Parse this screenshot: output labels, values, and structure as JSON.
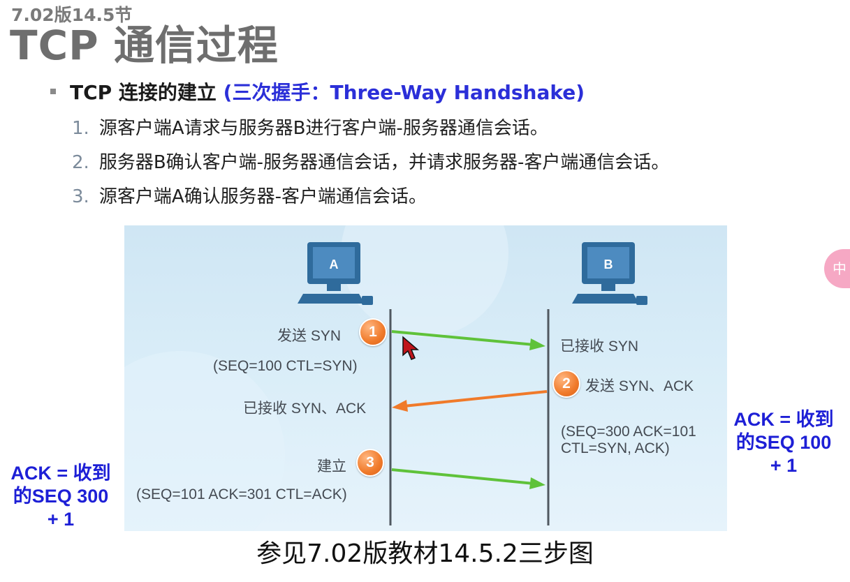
{
  "header": {
    "version": "7.02版14.5节",
    "title": "TCP 通信过程"
  },
  "bullet": {
    "main": "TCP 连接的建立",
    "sub": "(三次握手：Three-Way Handshake)"
  },
  "steps": [
    {
      "num": "1.",
      "text": "源客户端A请求与服务器B进行客户端-服务器通信会话。"
    },
    {
      "num": "2.",
      "text": "服务器B确认客户端-服务器通信会话，并请求服务器-客户端通信会话。"
    },
    {
      "num": "3.",
      "text": "源客户端A确认服务器-客户端通信会话。"
    }
  ],
  "diagram": {
    "host_a": "A",
    "host_b": "B",
    "send_syn": "发送 SYN",
    "seq1": "(SEQ=100 CTL=SYN)",
    "recv_syn": "已接收 SYN",
    "send_synack": "发送 SYN、ACK",
    "recv_synack": "已接收 SYN、ACK",
    "seq2": "(SEQ=300 ACK=101\nCTL=SYN, ACK)",
    "establish": "建立",
    "seq3": "(SEQ=101 ACK=301 CTL=ACK)",
    "badges": [
      "1",
      "2",
      "3"
    ],
    "colors": {
      "green": "#5fc23a",
      "orange": "#f07a2a",
      "timeline": "#555555",
      "computer": "#3a6f9e"
    }
  },
  "notes": {
    "right": "ACK = 收到\n的SEQ 100\n+ 1",
    "left": "ACK = 收到\n的SEQ 300\n+ 1"
  },
  "caption": "参见7.02版教材14.5.2三步图",
  "side_widget": "中"
}
